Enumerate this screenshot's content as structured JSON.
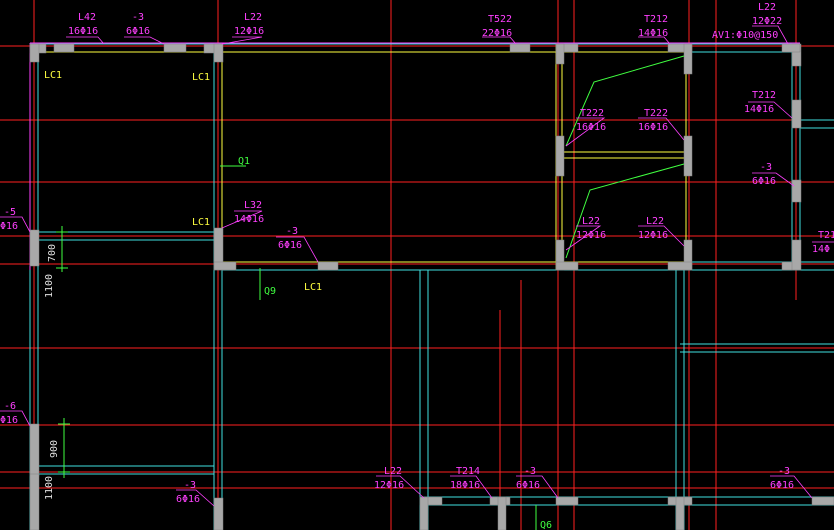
{
  "colors": {
    "background": "#000000",
    "axis": "#ff2020",
    "wall": "#40e0e0",
    "wall_inner": "#ffff40",
    "beam": "#ff40ff",
    "column": "#a0a0a0",
    "dimension": "#40ff40",
    "label": "#ff40ff"
  },
  "labels": {
    "l42": "L42",
    "l42_bar": "16Φ16",
    "m3_a": "-3",
    "m3_a_bar": "6Φ16",
    "l22_a": "L22",
    "l22_a_bar": "12Φ16",
    "t522": "T522",
    "t522_bar": "22Φ16",
    "t212_a": "T212",
    "t212_a_bar": "14Φ16",
    "l22_b": "L22",
    "l22_b_bar": "12Φ22",
    "av1": "AV1:Φ10@150",
    "lc1_a": "LC1",
    "lc1_b": "LC1",
    "lc1_c": "LC1",
    "lc1_d": "LC1",
    "m5": "-5",
    "m5_bar": "Φ16",
    "q1": "Q1",
    "l32": "L32",
    "l32_bar": "14Φ16",
    "m3_b": "-3",
    "m3_b_bar": "6Φ16",
    "q9": "Q9",
    "t222_a": "T222",
    "t222_a_bar": "16Φ16",
    "t222_b": "T222",
    "t222_b_bar": "16Φ16",
    "t212_b": "T212",
    "t212_b_bar": "14Φ16",
    "m3_c": "-3",
    "m3_c_bar": "6Φ16",
    "l22_c": "L22",
    "l22_c_bar": "12Φ16",
    "l22_d": "L22",
    "l22_d_bar": "12Φ16",
    "t21": "T21",
    "t21_bar": "14Φ",
    "dim_700": "700",
    "dim_1100_a": "1100",
    "m6": "-6",
    "m6_bar": "Φ16",
    "dim_900": "900",
    "dim_1100_b": "1100",
    "m3_d": "-3",
    "m3_d_bar": "6Φ16",
    "l22_e": "L22",
    "l22_e_bar": "12Φ16",
    "t214": "T214",
    "t214_bar": "18Φ16",
    "m3_e": "-3",
    "m3_e_bar": "6Φ16",
    "m3_f": "-3",
    "m3_f_bar": "6Φ16",
    "q6": "Q6"
  }
}
